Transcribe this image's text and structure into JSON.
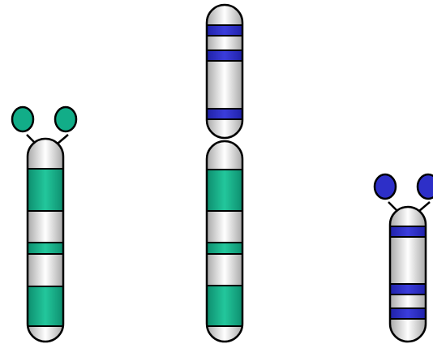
{
  "colors": {
    "background": "#ffffff",
    "outline": "#000000",
    "band_green": "#12ad88",
    "band_blue": "#2d2fc8",
    "satellite_green": "#12ad88",
    "satellite_blue": "#2d2fc8",
    "body_edge": "#a8a8a8",
    "body_center": "#ffffff"
  },
  "chromosomes": [
    {
      "name": "chromosome-left",
      "shape": "acrocentric with satellite stalks",
      "band_color": "green",
      "band_count": 3,
      "satellite_count": 2
    },
    {
      "name": "chromosome-center",
      "shape": "two arms joined at a constriction",
      "upper_arm_band_color": "blue",
      "upper_arm_band_count": 3,
      "lower_arm_band_color": "green",
      "lower_arm_band_count": 3
    },
    {
      "name": "chromosome-right",
      "shape": "small acrocentric with satellite stalks",
      "band_color": "blue",
      "band_count": 3,
      "satellite_count": 2
    }
  ]
}
